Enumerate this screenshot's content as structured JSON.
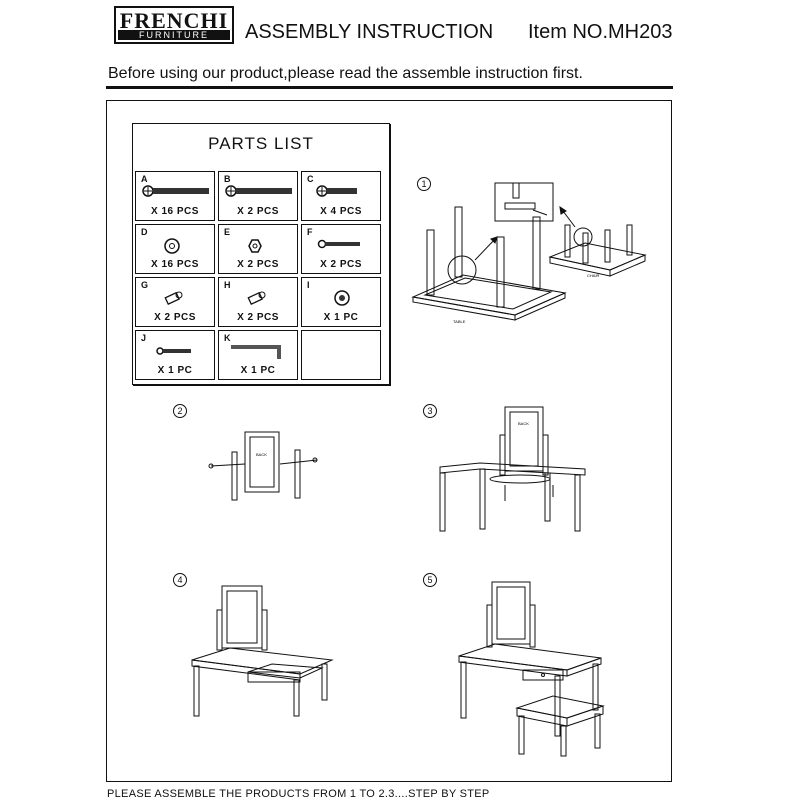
{
  "header": {
    "brand": "FRENCHI",
    "brand_sub": "FURNITURE",
    "title": "ASSEMBLY INSTRUCTION",
    "item_no": "Item NO.MH203"
  },
  "notice": "Before using our product,please read the assemble instruction first.",
  "parts_list": {
    "title": "PARTS LIST",
    "parts": [
      {
        "letter": "A",
        "qty": "X 16 PCS",
        "icon": "long-bolt"
      },
      {
        "letter": "B",
        "qty": "X 2 PCS",
        "icon": "long-bolt"
      },
      {
        "letter": "C",
        "qty": "X 4 PCS",
        "icon": "short-bolt"
      },
      {
        "letter": "D",
        "qty": "X 16 PCS",
        "icon": "washer"
      },
      {
        "letter": "E",
        "qty": "X 2 PCS",
        "icon": "nut"
      },
      {
        "letter": "F",
        "qty": "X 2 PCS",
        "icon": "knob-screw"
      },
      {
        "letter": "G",
        "qty": "X 2 PCS",
        "icon": "barrel-nut"
      },
      {
        "letter": "H",
        "qty": "X 2 PCS",
        "icon": "barrel-nut"
      },
      {
        "letter": "I",
        "qty": "X 1 PC",
        "icon": "drawer-knob"
      },
      {
        "letter": "J",
        "qty": "X 1 PC",
        "icon": "screw"
      },
      {
        "letter": "K",
        "qty": "X 1 PC",
        "icon": "allen-key"
      },
      {
        "letter": "",
        "qty": "",
        "icon": ""
      }
    ]
  },
  "steps": {
    "s1": "1",
    "s2": "2",
    "s3": "3",
    "s4": "4",
    "s5": "5"
  },
  "labels": {
    "table": "TABLE",
    "chair": "CHAIR",
    "back": "BACK"
  },
  "footer": "PLEASE ASSEMBLE THE PRODUCTS FROM 1 TO 2.3....STEP BY STEP"
}
